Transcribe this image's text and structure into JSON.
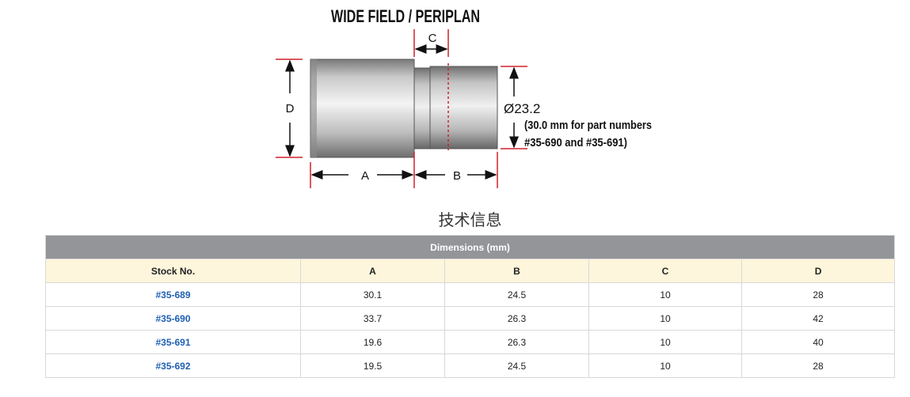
{
  "diagram": {
    "title": "WIDE FIELD / PERIPLAN",
    "label_a": "A",
    "label_b": "B",
    "label_c": "C",
    "label_d": "D",
    "diameter": "Ø23.2",
    "note_line1": "(30.0 mm for part numbers",
    "note_line2": "#35-690 and #35-691)"
  },
  "section_title": "技术信息",
  "table": {
    "group_header": "Dimensions (mm)",
    "columns": [
      "Stock No.",
      "A",
      "B",
      "C",
      "D"
    ],
    "rows": [
      {
        "stock": "#35-689",
        "a": "30.1",
        "b": "24.5",
        "c": "10",
        "d": "28"
      },
      {
        "stock": "#35-690",
        "a": "33.7",
        "b": "26.3",
        "c": "10",
        "d": "42"
      },
      {
        "stock": "#35-691",
        "a": "19.6",
        "b": "26.3",
        "c": "10",
        "d": "40"
      },
      {
        "stock": "#35-692",
        "a": "19.5",
        "b": "24.5",
        "c": "10",
        "d": "28"
      }
    ]
  },
  "colors": {
    "dimension_red": "#d0202a",
    "header_grey": "#939598",
    "header_cream": "#fdf6dc",
    "link_blue": "#1f5fb3"
  }
}
